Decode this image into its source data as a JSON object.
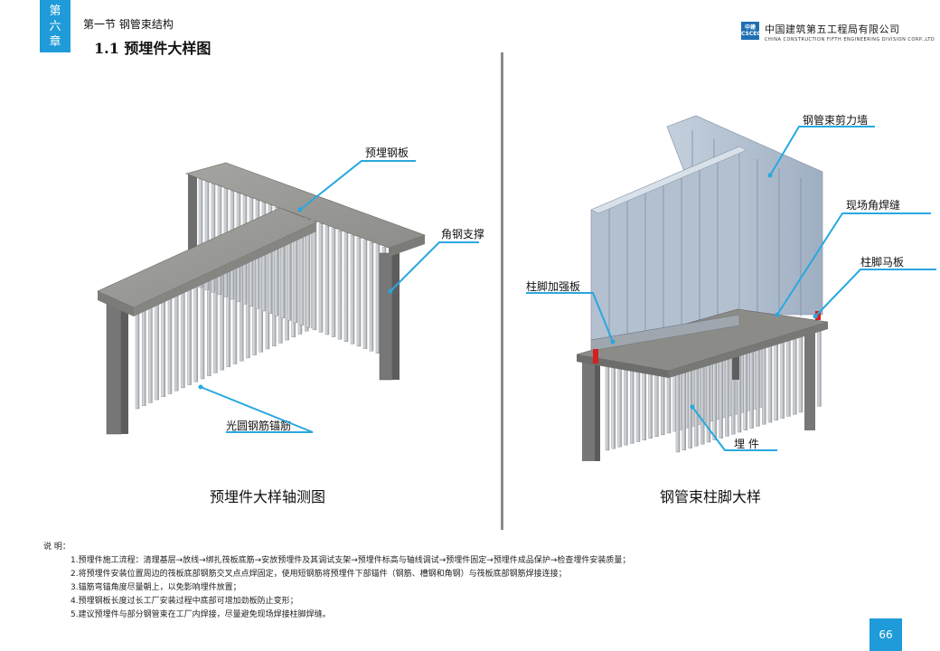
{
  "header": {
    "chapter_chars": [
      "第",
      "六",
      "章"
    ],
    "section": "第一节  钢管束结构",
    "title": "1.1  预埋件大样图",
    "logo_cn": "中国建筑第五工程局有限公司",
    "logo_en": "CHINA CONSTRUCTION FIFTH ENGINEERING DIVISION CORP.,LTD",
    "logo_mark": "中建 CSCEC"
  },
  "left_figure": {
    "caption": "预埋件大样轴测图",
    "callouts": {
      "embedded_plate": "预埋钢板",
      "angle_support": "角钢支撑",
      "anchor_bars": "光圆钢筋锚筋"
    }
  },
  "right_figure": {
    "caption": "钢管束柱脚大样",
    "callouts": {
      "shear_wall": "钢管束剪力墙",
      "fillet_weld": "现场角焊缝",
      "saddle_plate": "柱脚马板",
      "stiffener": "柱脚加强板",
      "embedded_part": "埋  件"
    }
  },
  "notes": {
    "title": "说  明：",
    "items": [
      "1.预埋件施工流程：清理基层→放线→绑扎筏板底筋→安放预埋件及其调试支架→预埋件标高与轴线调试→预埋件固定→预埋件成品保护→检查埋件安装质量；",
      "2.将预埋件安装位置周边的筏板底部钢筋交叉点点焊固定，使用短钢筋将预埋件下部锚件（钢筋、槽钢和角钢）与筏板底部钢筋焊接连接；",
      "3.锚筋弯锚角度尽量朝上，以免影响埋件放置；",
      "4.预埋钢板长度过长工厂安装过程中底部可增加劲板防止变形；",
      "5.建议预埋件与部分钢管束在工厂内焊接，尽量避免现场焊接柱脚焊缝。"
    ]
  },
  "page_number": "66",
  "colors": {
    "accent": "#1e9bd8",
    "concrete": "#9a9a96",
    "steel_tube": "#aebccd",
    "leader": "#29a8e0",
    "weld": "#d42020"
  }
}
